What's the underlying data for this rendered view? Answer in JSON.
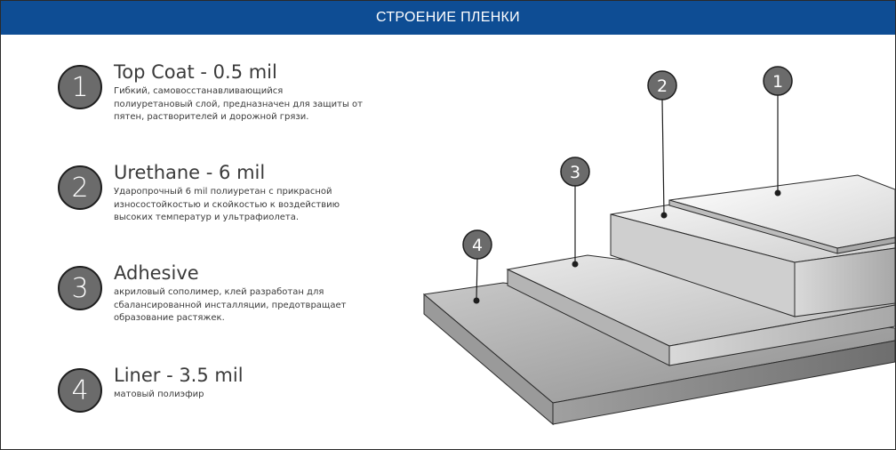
{
  "header": {
    "title": "СТРОЕНИЕ ПЛЕНКИ"
  },
  "layers": [
    {
      "number": "1",
      "title": "Top Coat - 0.5 mil",
      "description": "Гибкий, самовосстанавливающийся полиуретановый слой, предназначен для защиты от пятен, растворителей и дорожной грязи."
    },
    {
      "number": "2",
      "title": "Urethane - 6 mil",
      "description": "Ударопрочный 6 mil полиуретан с прикрасной износостойкостью и скойкостью к воздействию высоких температур и ультрафиолета."
    },
    {
      "number": "3",
      "title": "Adhesive",
      "description": "акриловый сополимер, клей разработан для сбалансированной инсталляции, предотвращает образование растяжек."
    },
    {
      "number": "4",
      "title": "Liner - 3.5 mil",
      "description": "матовый полиэфир"
    }
  ],
  "diagram": {
    "callouts": [
      "1",
      "2",
      "3",
      "4"
    ],
    "colors": {
      "badge": "#6b6b6b",
      "badge_border": "#1e1e1e",
      "header": "#0e4d94"
    }
  }
}
